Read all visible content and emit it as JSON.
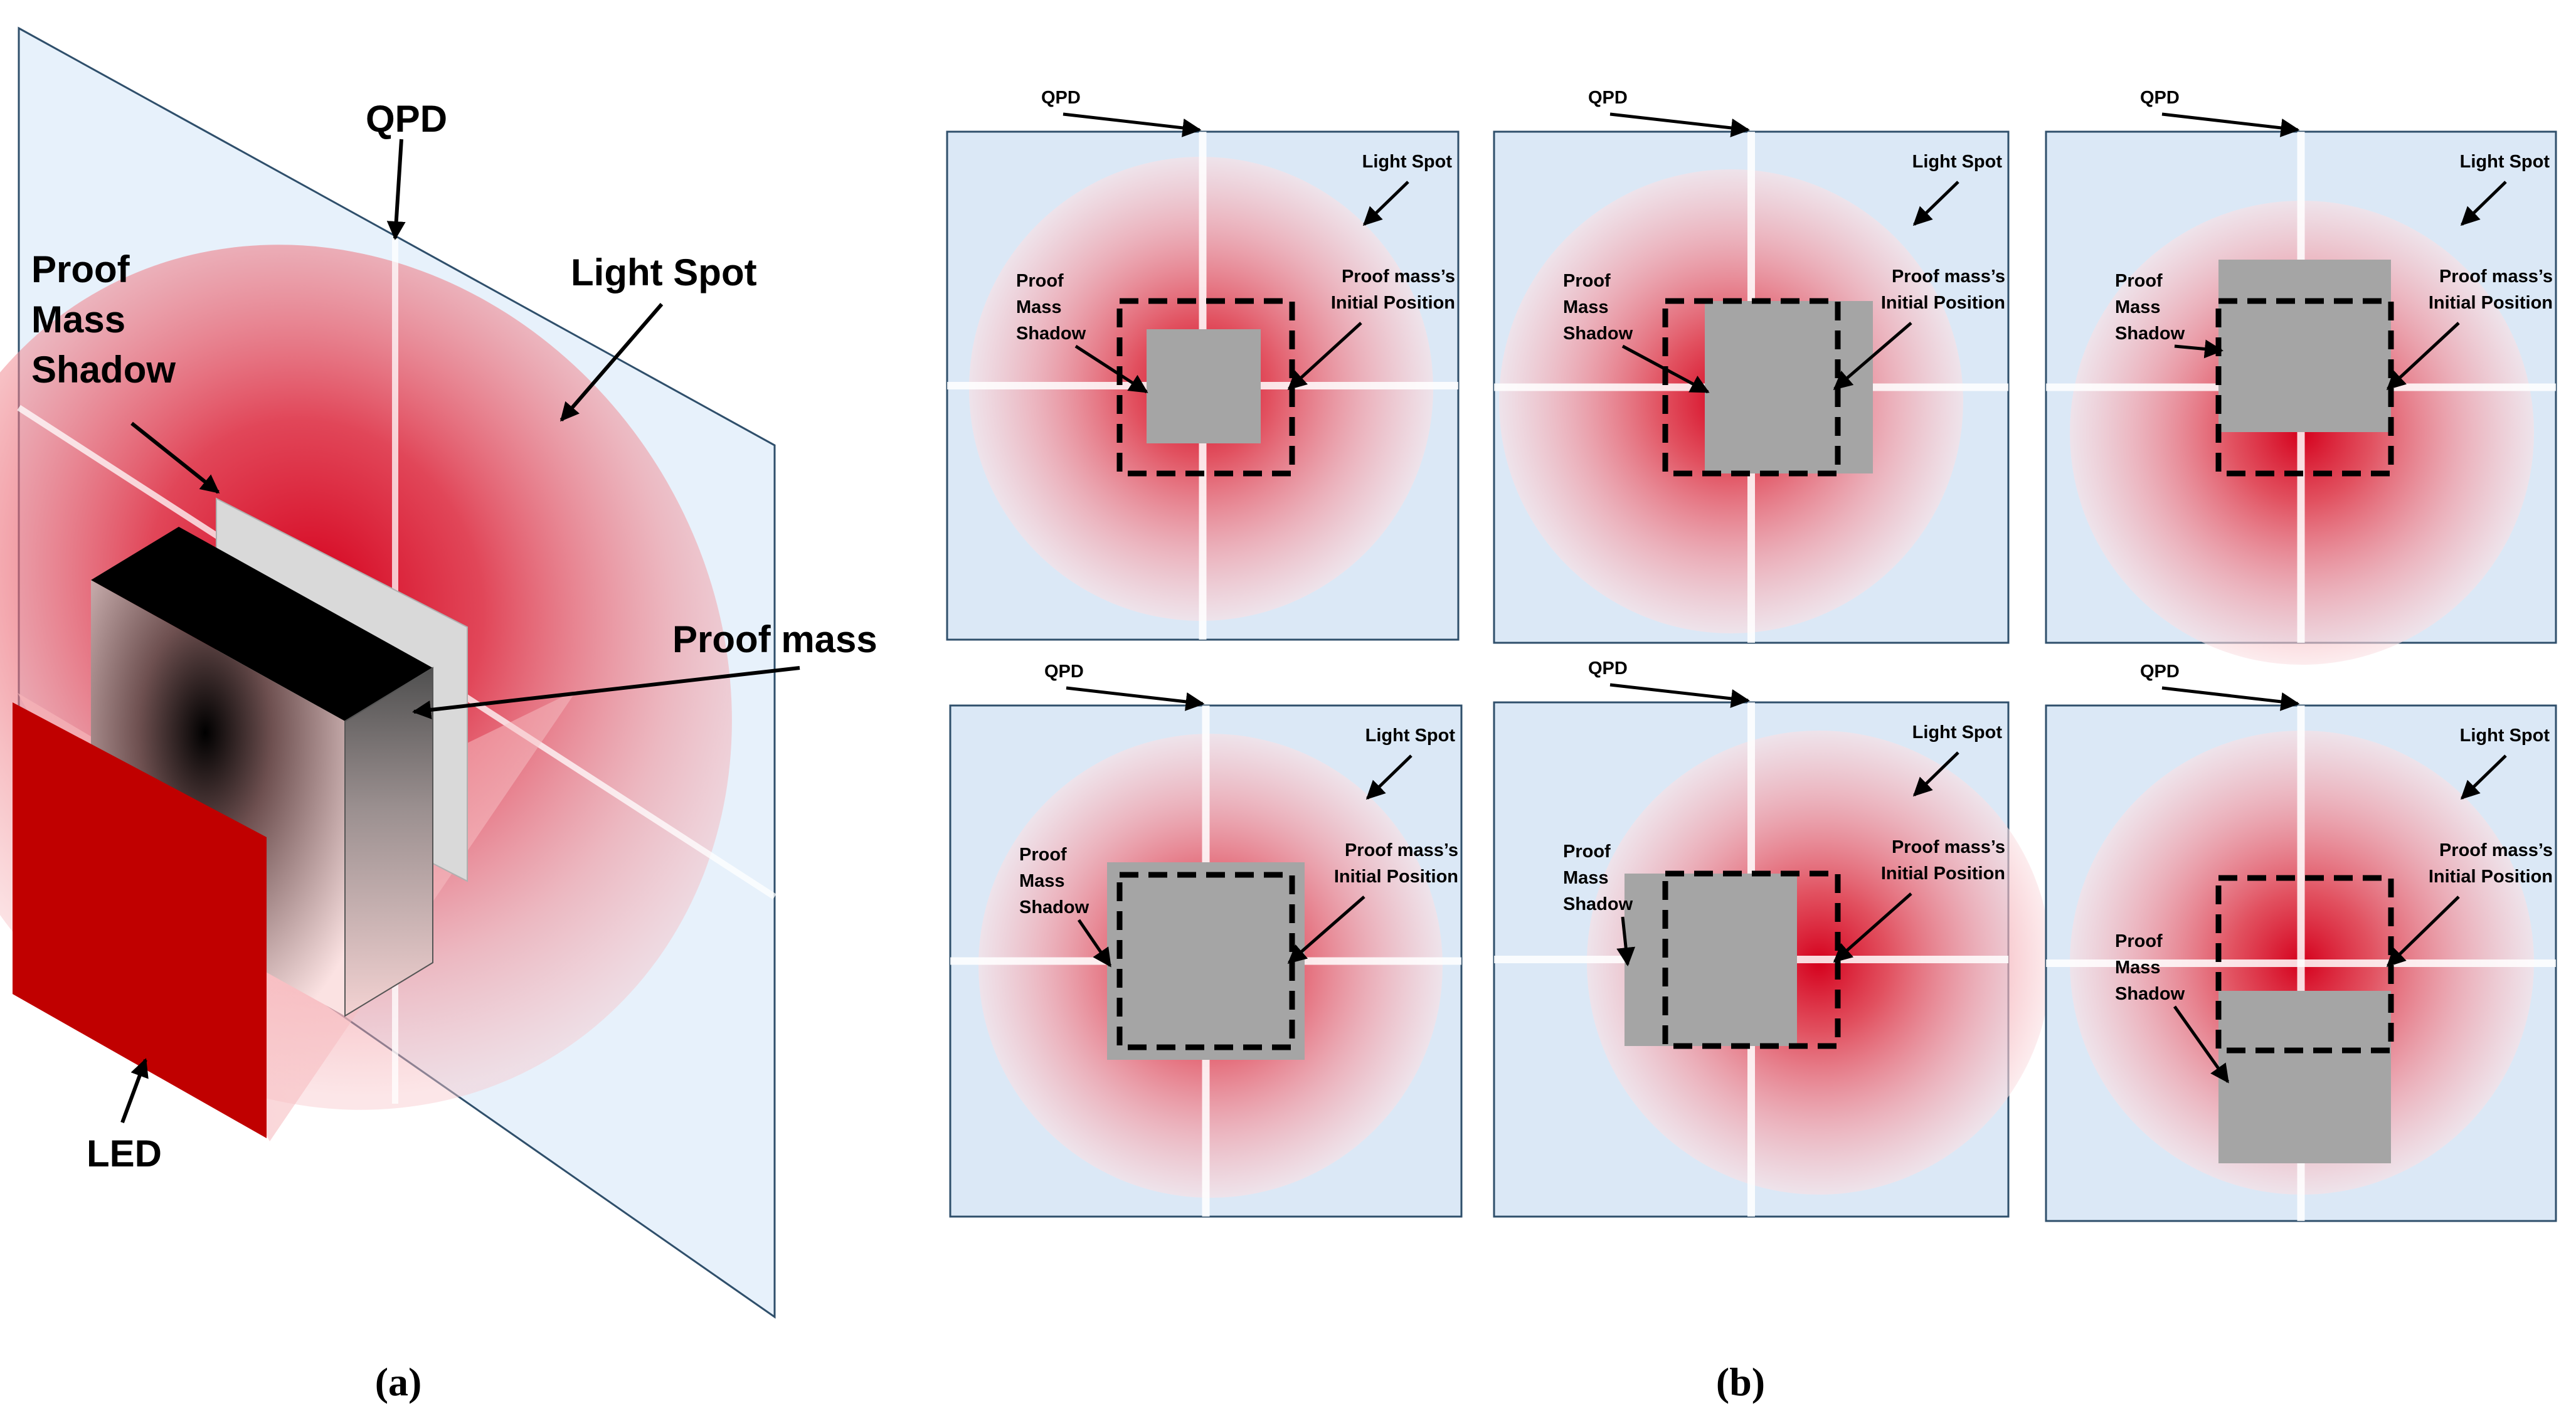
{
  "panel_a": {
    "qpd_label": "QPD",
    "light_spot_label": "Light Spot",
    "shadow_label": [
      "Proof",
      "Mass",
      "Shadow"
    ],
    "proof_mass_label": "Proof mass",
    "led_label": "LED",
    "caption": "(a)"
  },
  "panel_b": {
    "caption": "(b)",
    "qpd_label": "QPD",
    "light_spot_label": "Light Spot",
    "shadow_label": [
      "Proof",
      "Mass",
      "Shadow"
    ],
    "initial_label": [
      "Proof mass’s",
      "Initial Position"
    ]
  },
  "colors": {
    "qpd_plate": "#dbe8f6",
    "plate_border": "#2f4f6b",
    "spot_core": "#d5001c",
    "shadow": "#a5a5a5",
    "led": "#c00000"
  }
}
